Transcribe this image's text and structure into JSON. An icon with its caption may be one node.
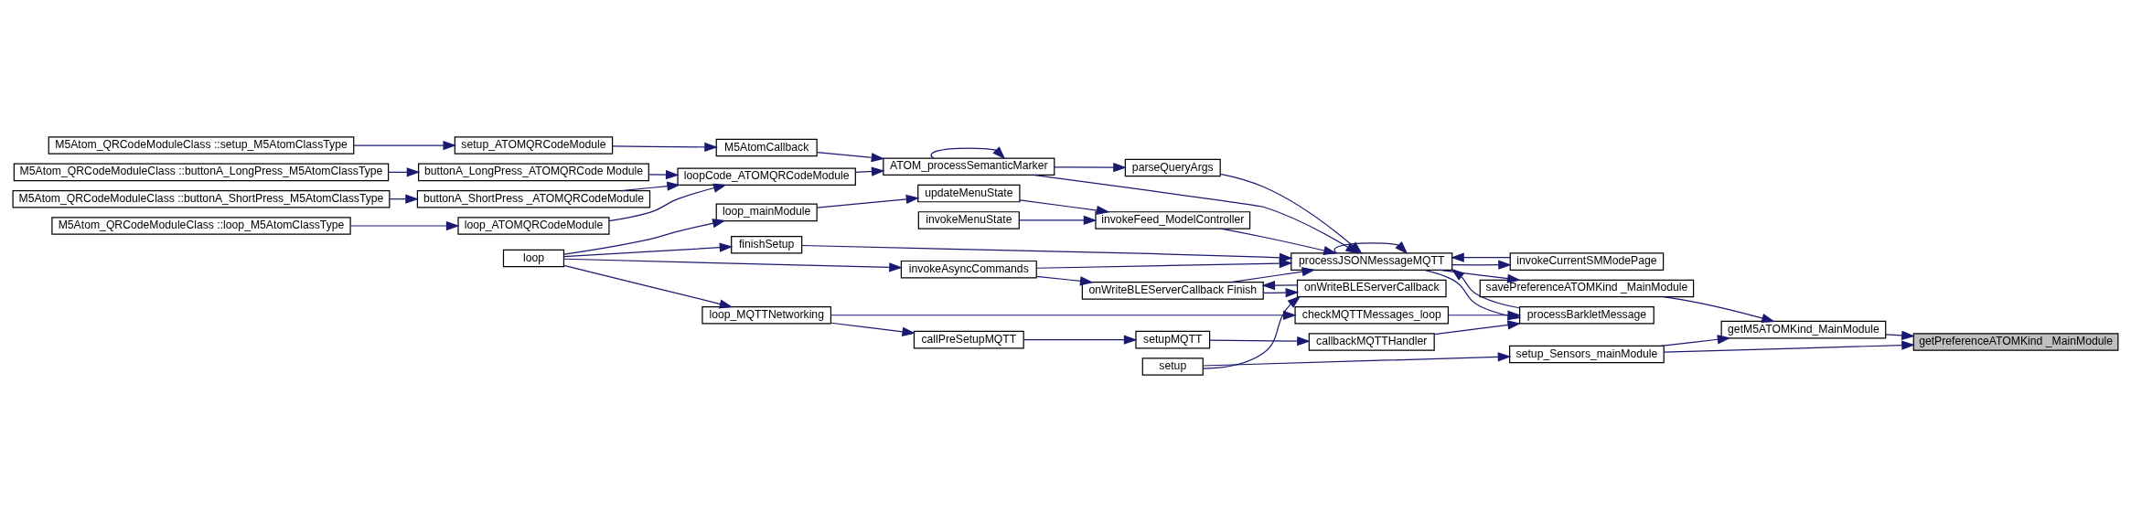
{
  "diagram": {
    "nodes": [
      {
        "text": [
          "loop"
        ]
      },
      {
        "text": [
          "loop_mainModule"
        ]
      },
      {
        "text": [
          "loop_MQTTNetworking"
        ]
      },
      {
        "text": [
          "callPreSetupMQTT"
        ]
      },
      {
        "text": [
          "checkMQTTMessages_loop"
        ]
      },
      {
        "text": [
          "setupMQTT"
        ]
      },
      {
        "text": [
          "updateMenuState"
        ]
      },
      {
        "text": [
          "invokeMenuState"
        ]
      },
      {
        "text": [
          "callbackMQTTHandler"
        ]
      },
      {
        "text": [
          "invokeFeed_ModelController"
        ]
      },
      {
        "text": [
          "processBarkletMessage"
        ]
      },
      {
        "text": [
          "finishSetup"
        ]
      },
      {
        "text": [
          "M5Atom_QRCodeModuleClass ::buttonA_LongPress_M5AtomClassType"
        ]
      },
      {
        "text": [
          "buttonA_LongPress_ATOMQRCode Module"
        ]
      },
      {
        "text": [
          "M5Atom_QRCodeModuleClass ::buttonA_ShortPress_M5AtomClassType"
        ]
      },
      {
        "text": [
          "buttonA_ShortPress _ATOMQRCodeModule"
        ]
      },
      {
        "text": [
          "M5Atom_QRCodeModuleClass ::loop_M5AtomClassType"
        ]
      },
      {
        "text": [
          "loop_ATOMQRCodeModule"
        ]
      },
      {
        "text": [
          "M5Atom_QRCodeModuleClass ::setup_M5AtomClassType"
        ]
      },
      {
        "text": [
          "setup_ATOMQRCodeModule"
        ]
      },
      {
        "text": [
          "loopCode_ATOMQRCodeModule"
        ]
      },
      {
        "text": [
          "ATOM_processSemanticMarker"
        ]
      },
      {
        "text": [
          "M5AtomCallback"
        ]
      },
      {
        "text": [
          "parseQueryArgs"
        ]
      },
      {
        "text": [
          "processJSONMessageMQTT"
        ]
      },
      {
        "text": [
          "invokeCurrentSMModePage"
        ]
      },
      {
        "text": [
          "invokeAsyncCommands"
        ]
      },
      {
        "text": [
          "onWriteBLEServerCallback"
        ]
      },
      {
        "text": [
          "onWriteBLEServerCallback Finish"
        ]
      },
      {
        "text": [
          "setup"
        ]
      },
      {
        "text": [
          "savePreferenceATOMKind _MainModule"
        ]
      },
      {
        "text": [
          "getM5ATOMKind_MainModule"
        ]
      },
      {
        "text": [
          "setup_Sensors_mainModule"
        ]
      },
      {
        "text": [
          "getPreferenceATOMKind _MainModule"
        ]
      }
    ],
    "edges": [
      {
        "from": 0,
        "to": 1,
        "arrow": "to"
      },
      {
        "from": 0,
        "to": 2,
        "arrow": "to"
      },
      {
        "from": 0,
        "to": 11,
        "arrow": "to"
      },
      {
        "from": 0,
        "to": 26,
        "arrow": "to"
      },
      {
        "from": 1,
        "to": 6,
        "arrow": "to"
      },
      {
        "from": 2,
        "to": 3,
        "arrow": "to"
      },
      {
        "from": 2,
        "to": 4,
        "arrow": "to"
      },
      {
        "from": 3,
        "to": 5,
        "arrow": "to"
      },
      {
        "from": 5,
        "to": 8,
        "arrow": "to"
      },
      {
        "from": 4,
        "to": 10,
        "arrow": "to"
      },
      {
        "from": 6,
        "to": 9,
        "arrow": "to"
      },
      {
        "from": 7,
        "to": 9,
        "arrow": "to"
      },
      {
        "from": 8,
        "to": 10,
        "arrow": "to"
      },
      {
        "from": 9,
        "to": 24,
        "arrow": "to"
      },
      {
        "from": 10,
        "to": 24,
        "arrow": "to"
      },
      {
        "from": 24,
        "to": 10,
        "arrow": "to"
      },
      {
        "from": 11,
        "to": 24,
        "arrow": "to"
      },
      {
        "from": 12,
        "to": 13,
        "arrow": "to"
      },
      {
        "from": 14,
        "to": 15,
        "arrow": "to"
      },
      {
        "from": 16,
        "to": 17,
        "arrow": "to"
      },
      {
        "from": 18,
        "to": 19,
        "arrow": "to"
      },
      {
        "from": 13,
        "to": 20,
        "arrow": "to"
      },
      {
        "from": 15,
        "to": 20,
        "arrow": "to"
      },
      {
        "from": 17,
        "to": 20,
        "arrow": "to"
      },
      {
        "from": 19,
        "to": 22,
        "arrow": "to"
      },
      {
        "from": 20,
        "to": 21,
        "arrow": "to"
      },
      {
        "from": 21,
        "to": 21,
        "arrow": "to"
      },
      {
        "from": 21,
        "to": 24,
        "arrow": "to"
      },
      {
        "from": 21,
        "to": 23,
        "arrow": "to"
      },
      {
        "from": 22,
        "to": 21,
        "arrow": "to"
      },
      {
        "from": 23,
        "to": 24,
        "arrow": "to"
      },
      {
        "from": 24,
        "to": 24,
        "arrow": "to"
      },
      {
        "from": 26,
        "to": 24,
        "arrow": "to"
      },
      {
        "from": 24,
        "to": 25,
        "arrow": "to"
      },
      {
        "from": 25,
        "to": 24,
        "arrow": "to"
      },
      {
        "from": 28,
        "to": 24,
        "arrow": "to"
      },
      {
        "from": 26,
        "to": 28,
        "arrow": "to"
      },
      {
        "from": 28,
        "to": 27,
        "arrow": "to"
      },
      {
        "from": 27,
        "to": 28,
        "arrow": "to"
      },
      {
        "from": 29,
        "to": 27,
        "arrow": "to"
      },
      {
        "from": 29,
        "to": 32,
        "arrow": "to"
      },
      {
        "from": 24,
        "to": 30,
        "arrow": "to"
      },
      {
        "from": 30,
        "to": 31,
        "arrow": "to"
      },
      {
        "from": 31,
        "to": 33,
        "arrow": "to"
      },
      {
        "from": 32,
        "to": 31,
        "arrow": "to"
      },
      {
        "from": 32,
        "to": 33,
        "arrow": "to"
      }
    ]
  }
}
